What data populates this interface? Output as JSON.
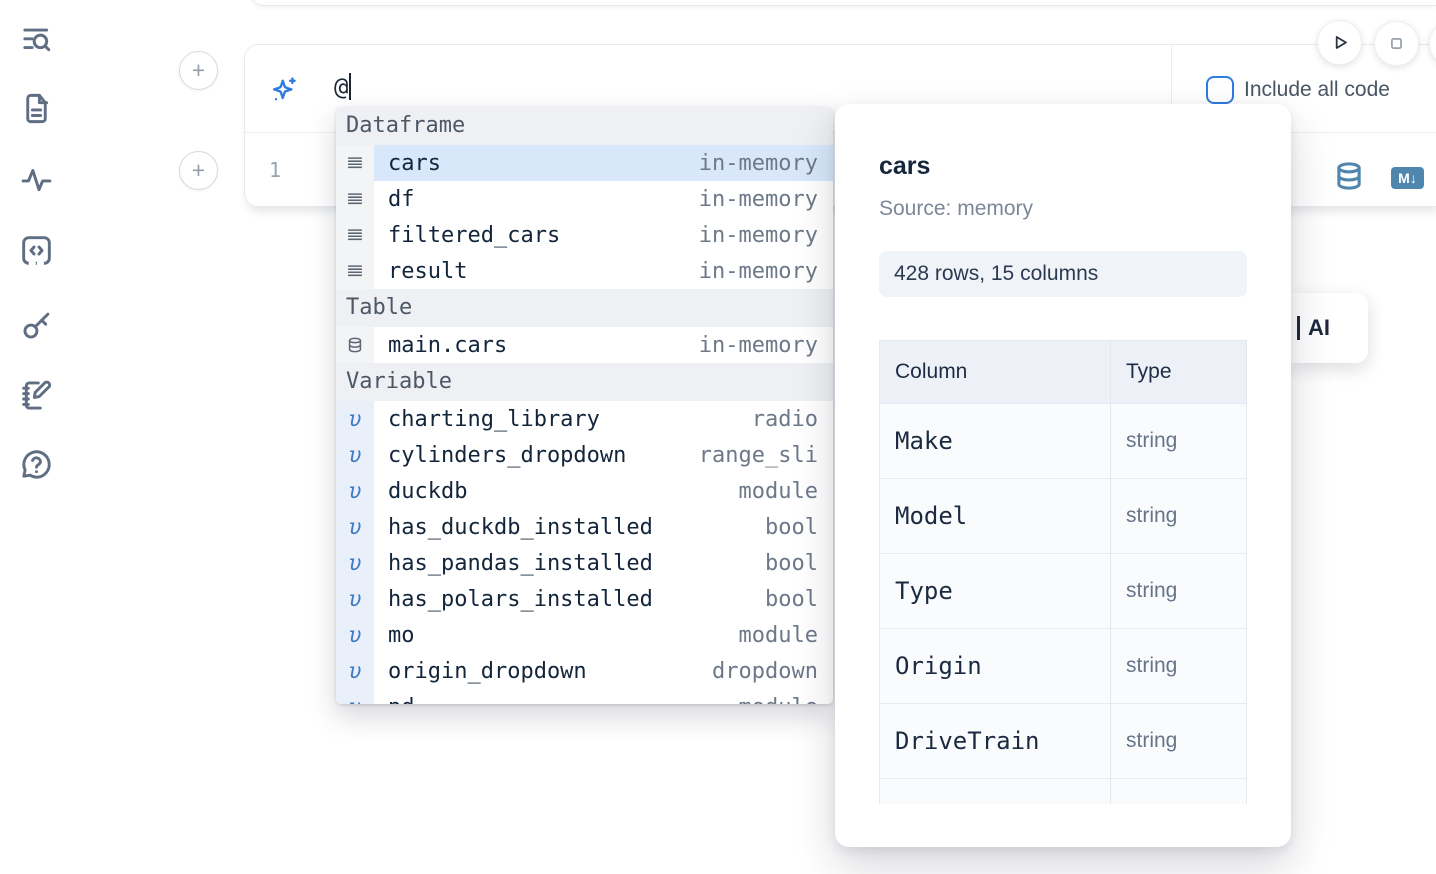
{
  "theme": {
    "accent_blue": "#2f7ce0",
    "selection_blue": "#d8e8fa",
    "steel_blue": "#4e86ae",
    "icon_slate": "#5f6e82"
  },
  "sidebar": {
    "items": [
      {
        "icon": "list-search-icon"
      },
      {
        "icon": "file-text-icon"
      },
      {
        "icon": "activity-icon"
      },
      {
        "icon": "code-box-icon"
      },
      {
        "icon": "key-icon"
      },
      {
        "icon": "notebook-pen-icon"
      },
      {
        "icon": "help-circle-icon"
      }
    ]
  },
  "run_controls": {
    "play_icon": "play-icon",
    "stop_icon": "stop-icon"
  },
  "ai_prompt": {
    "sparkle_icon": "sparkles-icon",
    "value": "@",
    "include_all_code_label": "Include all code"
  },
  "editor": {
    "line_number": "1"
  },
  "cell_toolbar": {
    "database_icon": "database-icon",
    "markdown_badge": "M↓"
  },
  "ai_button": {
    "label": "AI"
  },
  "autocomplete": {
    "groups": [
      {
        "label": "Dataframe",
        "items": [
          {
            "name": "cars",
            "type": "in-memory",
            "icon": "dataframe",
            "selected": true
          },
          {
            "name": "df",
            "type": "in-memory",
            "icon": "dataframe"
          },
          {
            "name": "filtered_cars",
            "type": "in-memory",
            "icon": "dataframe"
          },
          {
            "name": "result",
            "type": "in-memory",
            "icon": "dataframe"
          }
        ]
      },
      {
        "label": "Table",
        "items": [
          {
            "name": "main.cars",
            "type": "in-memory",
            "icon": "table"
          }
        ]
      },
      {
        "label": "Variable",
        "items": [
          {
            "name": "charting_library",
            "type": "radio",
            "icon": "variable"
          },
          {
            "name": "cylinders_dropdown",
            "type": "range_sli",
            "icon": "variable"
          },
          {
            "name": "duckdb",
            "type": "module",
            "icon": "variable"
          },
          {
            "name": "has_duckdb_installed",
            "type": "bool",
            "icon": "variable"
          },
          {
            "name": "has_pandas_installed",
            "type": "bool",
            "icon": "variable"
          },
          {
            "name": "has_polars_installed",
            "type": "bool",
            "icon": "variable"
          },
          {
            "name": "mo",
            "type": "module",
            "icon": "variable"
          },
          {
            "name": "origin_dropdown",
            "type": "dropdown",
            "icon": "variable"
          },
          {
            "name": "pd",
            "type": "module",
            "icon": "variable"
          }
        ]
      }
    ]
  },
  "preview": {
    "title": "cars",
    "source": "Source: memory",
    "shape": "428 rows, 15 columns",
    "table": {
      "headers": [
        "Column",
        "Type"
      ],
      "rows": [
        {
          "column": "Make",
          "type": "string"
        },
        {
          "column": "Model",
          "type": "string"
        },
        {
          "column": "Type",
          "type": "string"
        },
        {
          "column": "Origin",
          "type": "string"
        },
        {
          "column": "DriveTrain",
          "type": "string"
        },
        {
          "column": "",
          "type": ""
        }
      ]
    }
  }
}
